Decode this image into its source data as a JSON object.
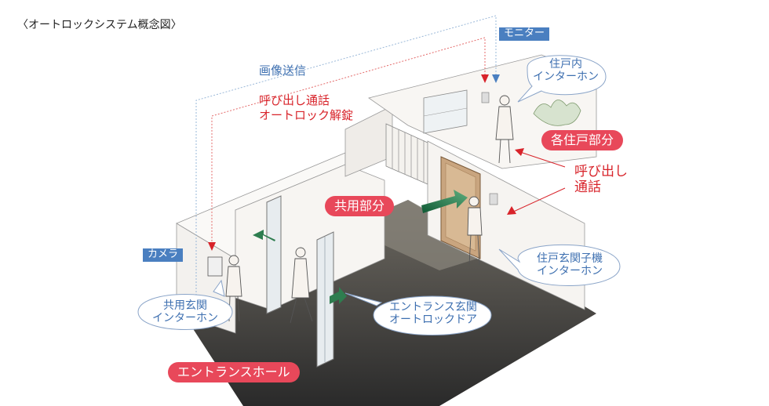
{
  "title": "〈オートロックシステム概念図〉",
  "labels": {
    "monitor": "モニター",
    "camera": "カメラ",
    "image_transmission": "画像送信",
    "call_line1": "呼び出し通話",
    "call_line2": "オートロック解錠",
    "side_call_line1": "呼び出し",
    "side_call_line2": "通話"
  },
  "zones": {
    "each_unit": "各住戸部分",
    "common_area": "共用部分",
    "entrance_hall": "エントランスホール"
  },
  "bubbles": {
    "unit_interphone": [
      "住戸内",
      "インターホン"
    ],
    "door_interphone": [
      "住戸玄関子機",
      "インターホン"
    ],
    "common_interphone": [
      "共用玄関",
      "インターホン"
    ],
    "entrance_door": [
      "エントランス玄関",
      "オートロックドア"
    ]
  },
  "colors": {
    "red": "#d8232a",
    "blue": "#4a7fc0",
    "pill_red": "#e8485a",
    "arrow_green": "#2e7d4f",
    "floor_dark": "#3a3a3a"
  }
}
